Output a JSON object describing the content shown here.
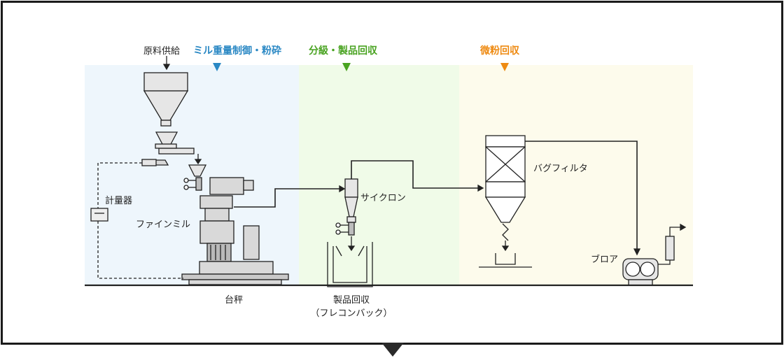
{
  "sections": {
    "mill": {
      "title": "ミル重量制御・粉砕",
      "color": "#2a88c4"
    },
    "classify": {
      "title": "分級・製品回収",
      "color": "#49a321"
    },
    "fine": {
      "title": "微粉回収",
      "color": "#ee8a12"
    }
  },
  "labels": {
    "feed": "原料供給",
    "meter": "計量器",
    "fine_mill": "ファインミル",
    "scale": "台秤",
    "cyclone": "サイクロン",
    "product_line1": "製品回収",
    "product_line2": "（フレコンバック）",
    "bag_filter": "バグフィルタ",
    "blower": "ブロア"
  },
  "colors": {
    "mill_bg": "#eef6fc",
    "classify_bg": "#f0fbe8",
    "fine_bg": "#fdfbec",
    "frame": "#1a1a1a"
  }
}
